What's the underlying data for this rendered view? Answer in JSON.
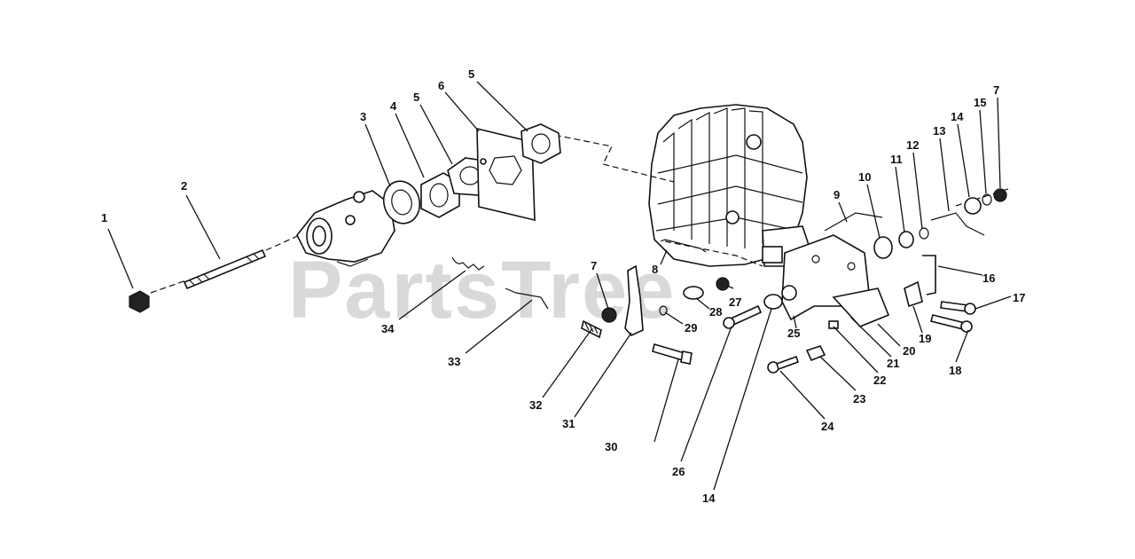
{
  "watermark": {
    "text": "PartsTree",
    "trademark": "™"
  },
  "callouts": [
    "1",
    "2",
    "3",
    "4",
    "5",
    "6",
    "5",
    "7",
    "8",
    "9",
    "10",
    "11",
    "12",
    "13",
    "14",
    "15",
    "7",
    "16",
    "17",
    "18",
    "19",
    "20",
    "21",
    "22",
    "23",
    "24",
    "25",
    "26",
    "14",
    "27",
    "28",
    "29",
    "30",
    "31",
    "32",
    "33",
    "34"
  ]
}
